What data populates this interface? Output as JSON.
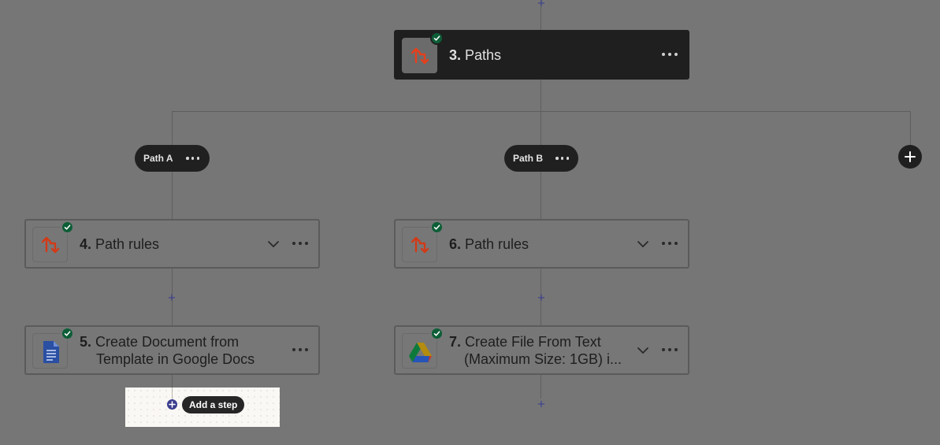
{
  "colors": {
    "canvas": "#767676",
    "dark_card": "#1f1f1f",
    "check_green": "#0d5e37",
    "add_step_accent": "#3b3d8e",
    "paths_icon": "#e5401c"
  },
  "steps": [
    {
      "num": "3.",
      "title": "Paths",
      "icon": "paths-icon",
      "checked": true
    },
    {
      "num": "4.",
      "title": "Path rules",
      "icon": "paths-icon",
      "checked": true
    },
    {
      "num": "5.",
      "title_line1": "Create Document from",
      "title_line2": "Template in Google Docs",
      "icon": "google-docs-icon",
      "checked": true
    },
    {
      "num": "6.",
      "title": "Path rules",
      "icon": "paths-icon",
      "checked": true
    },
    {
      "num": "7.",
      "title_line1": "Create File From Text",
      "title_line2": "(Maximum Size: 1GB) i...",
      "icon": "google-drive-icon",
      "checked": true
    }
  ],
  "paths": [
    {
      "label": "Path A"
    },
    {
      "label": "Path B"
    }
  ],
  "add_step": {
    "label": "Add a step"
  }
}
